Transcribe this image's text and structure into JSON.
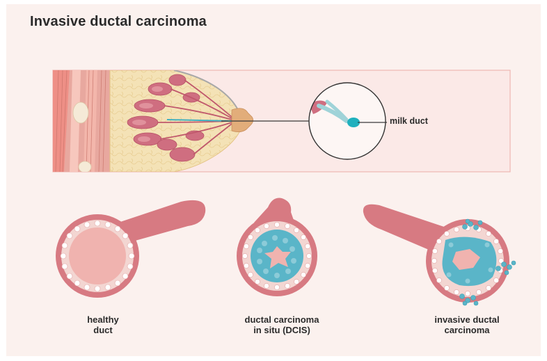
{
  "title": "Invasive ductal carcinoma",
  "labels": {
    "milk_duct": "milk duct"
  },
  "stages": [
    {
      "line1": "healthy",
      "line2": "duct"
    },
    {
      "line1": "ductal carcinoma",
      "line2": "in situ (DCIS)"
    },
    {
      "line1": "invasive ductal",
      "line2": "carcinoma"
    }
  ],
  "colors": {
    "background": "#fbf1ee",
    "duct": "#d77a82",
    "lumen": "#f1b7b3",
    "cells": "#f7e0dc",
    "cancer_cells": "#5ab5c8",
    "milk_duct_accent": "#1fb0bd",
    "fat": "#f3dfb3",
    "muscle": "#e6a39a"
  }
}
